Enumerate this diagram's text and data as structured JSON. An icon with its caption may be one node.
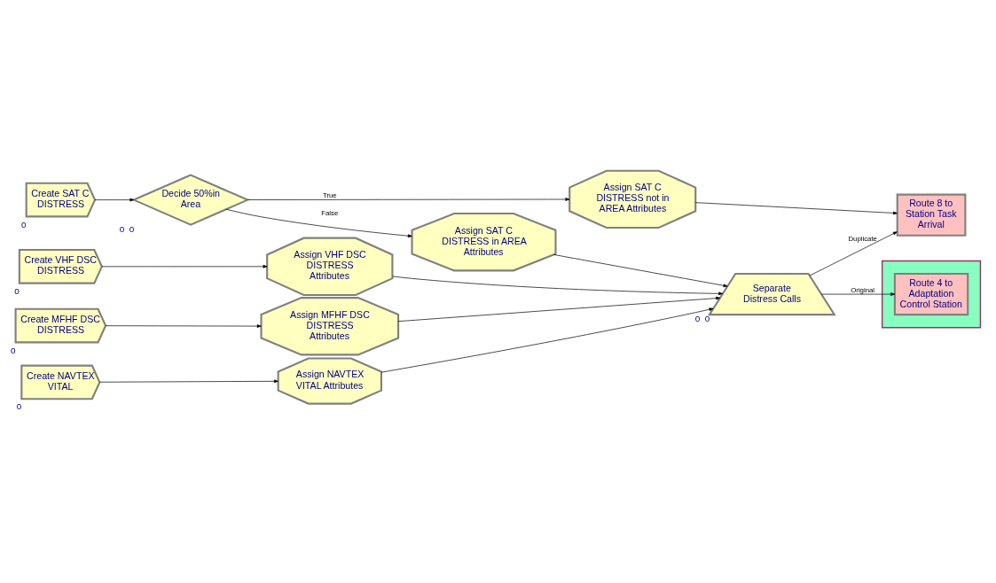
{
  "diagram": {
    "nodes": [
      {
        "text": [
          "Create SAT C DISTRESS"
        ],
        "beside": [
          "0"
        ]
      },
      {
        "text": [
          "Create VHF DSC DISTRESS"
        ],
        "beside": [
          "0"
        ]
      },
      {
        "text": [
          "Create MFHF DSC DISTRESS"
        ],
        "beside": [
          "0"
        ]
      },
      {
        "text": [
          "Create NAVTEX VITAL"
        ],
        "beside": [
          "0"
        ]
      },
      {
        "text": [
          "Decide 50%in Area"
        ],
        "beside": [
          "0",
          "0"
        ]
      },
      {
        "text": [
          "Assign VHF DSC DISTRESS Attributes"
        ]
      },
      {
        "text": [
          "Assign MFHF DSC DISTRESS Attributes"
        ]
      },
      {
        "text": [
          "Assign NAVTEX VITAL Attributes"
        ]
      },
      {
        "text": [
          "Assign SAT C DISTRESS not in AREA Attributes"
        ]
      },
      {
        "text": [
          "Assign SAT C DISTRESS in AREA Attributes"
        ]
      },
      {
        "text": [
          "Separate Distress Calls"
        ],
        "beside": [
          "0",
          "0"
        ]
      },
      {
        "text": [
          "Route 8 to Station Task Arrival"
        ]
      },
      {
        "text": [],
        "shape": "box"
      },
      {
        "text": [
          "Route 4 to Adaptation Control Station"
        ],
        "in": 12
      }
    ],
    "edges": [
      {
        "from": 0,
        "to": 4,
        "arrow": "to"
      },
      {
        "from": 4,
        "to": 8,
        "arrow": "to",
        "label": "True"
      },
      {
        "from": 4,
        "to": 9,
        "arrow": "to",
        "label": "False"
      },
      {
        "from": 8,
        "to": 11,
        "arrow": "to"
      },
      {
        "from": 9,
        "to": 10,
        "arrow": "to"
      },
      {
        "from": 1,
        "to": 5,
        "arrow": "to"
      },
      {
        "from": 5,
        "to": 10,
        "arrow": "to"
      },
      {
        "from": 2,
        "to": 6,
        "arrow": "to"
      },
      {
        "from": 6,
        "to": 10,
        "arrow": "to"
      },
      {
        "from": 3,
        "to": 7,
        "arrow": "to"
      },
      {
        "from": 7,
        "to": 10,
        "arrow": "to"
      },
      {
        "from": 10,
        "to": 11,
        "arrow": "to",
        "label": "Duplicate"
      },
      {
        "from": 10,
        "to": 13,
        "arrow": "to",
        "label": "Original"
      }
    ]
  }
}
